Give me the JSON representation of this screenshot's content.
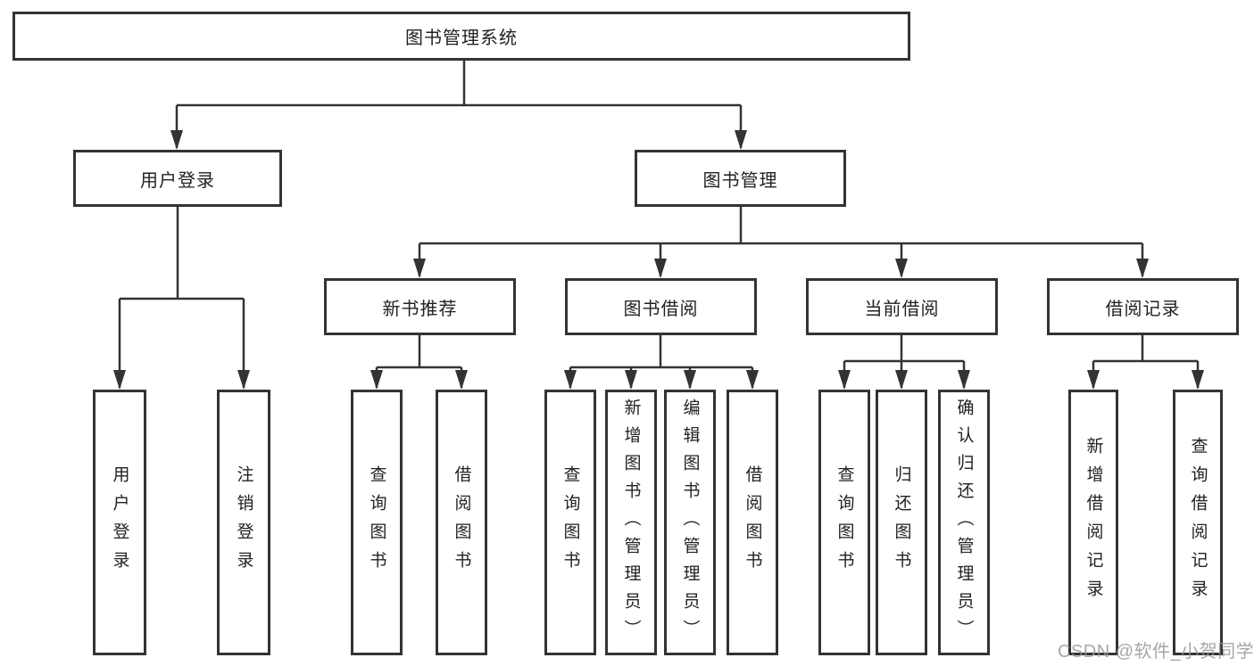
{
  "diagram": {
    "title_node": {
      "label": "图书管理系统"
    },
    "level2": [
      {
        "label": "用户登录"
      },
      {
        "label": "图书管理"
      }
    ],
    "level3": [
      {
        "label": "新书推荐"
      },
      {
        "label": "图书借阅"
      },
      {
        "label": "当前借阅"
      },
      {
        "label": "借阅记录"
      }
    ],
    "leaves": {
      "user_login": [
        {
          "label": "用户登录"
        },
        {
          "label": "注销登录"
        }
      ],
      "new_book_recommendation": [
        {
          "label": "查询图书"
        },
        {
          "label": "借阅图书"
        }
      ],
      "book_borrowing": [
        {
          "label": "查询图书"
        },
        {
          "label": "新增图书（管理员）"
        },
        {
          "label": "编辑图书（管理员）"
        },
        {
          "label": "借阅图书"
        }
      ],
      "current_borrowing": [
        {
          "label": "查询图书"
        },
        {
          "label": "归还图书"
        },
        {
          "label": "确认归还（管理员）"
        }
      ],
      "borrowing_records": [
        {
          "label": "新增借阅记录"
        },
        {
          "label": "查询借阅记录"
        }
      ]
    },
    "watermark": "CSDN @软件_小贺同学",
    "colors": {
      "line": "#333333",
      "box_border": "#333333",
      "text": "#222222",
      "background": "#ffffff",
      "watermark": "#969698"
    }
  }
}
